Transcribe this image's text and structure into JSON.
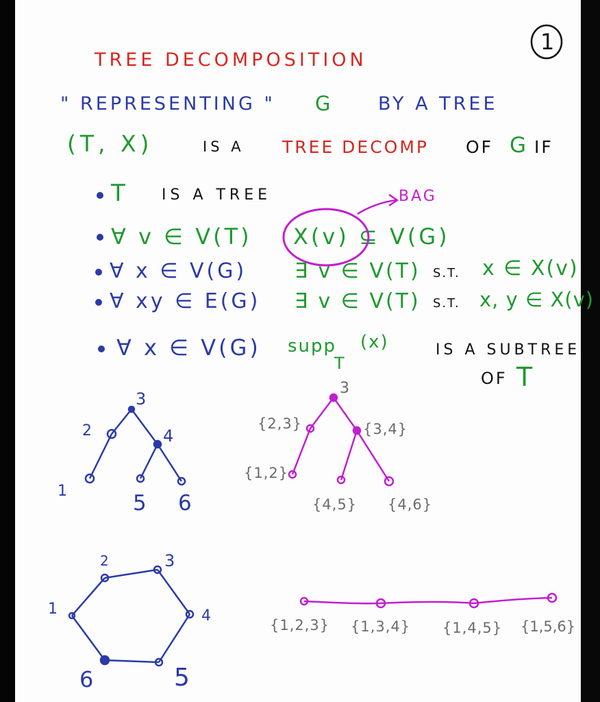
{
  "page": {
    "page_number": "1",
    "title": "TREE DECOMPOSITION",
    "intro": {
      "quote": "\" REPRESENTING \"",
      "g": "G",
      "by_a_tree": "BY A TREE"
    },
    "definition": {
      "pair": "(T, X)",
      "is_a": "IS A",
      "tree_decomp": "TREE DECOMP",
      "of": "OF",
      "g": "G",
      "if": "IF"
    },
    "conditions": [
      {
        "left": "T",
        "mid": "IS A TREE"
      },
      {
        "left": "∀ v ∈ V(T)",
        "mid": "X(v) ⊆ V(G)",
        "note": "BAG"
      },
      {
        "left": "∀ x ∈ V(G)",
        "mid": "∃ v ∈ V(T)",
        "st": "S.T.",
        "right": "x ∈ X(v)"
      },
      {
        "left": "∀ xy ∈ E(G)",
        "mid": "∃ v ∈ V(T)",
        "st": "S.T.",
        "right": "x, y ∈ X(v)"
      },
      {
        "left": "∀ x ∈ V(G)",
        "mid": "supp",
        "sub": "T",
        "arg": "(x)",
        "right": "IS A SUBTREE",
        "right2": "OF",
        "right3": "T"
      }
    ],
    "example1": {
      "graph_labels": [
        "3",
        "2",
        "4",
        "1",
        "5",
        "6"
      ],
      "decomp_labels": [
        "3",
        "{2,3}",
        "{3,4}",
        "{1,2}",
        "{4,5}",
        "{4,6}"
      ]
    },
    "example2": {
      "graph_labels": [
        "2",
        "3",
        "1",
        "4",
        "6",
        "5"
      ],
      "path_bags": [
        "{1,2,3}",
        "{1,3,4}",
        "{1,4,5}",
        "{1,5,6}"
      ]
    }
  }
}
